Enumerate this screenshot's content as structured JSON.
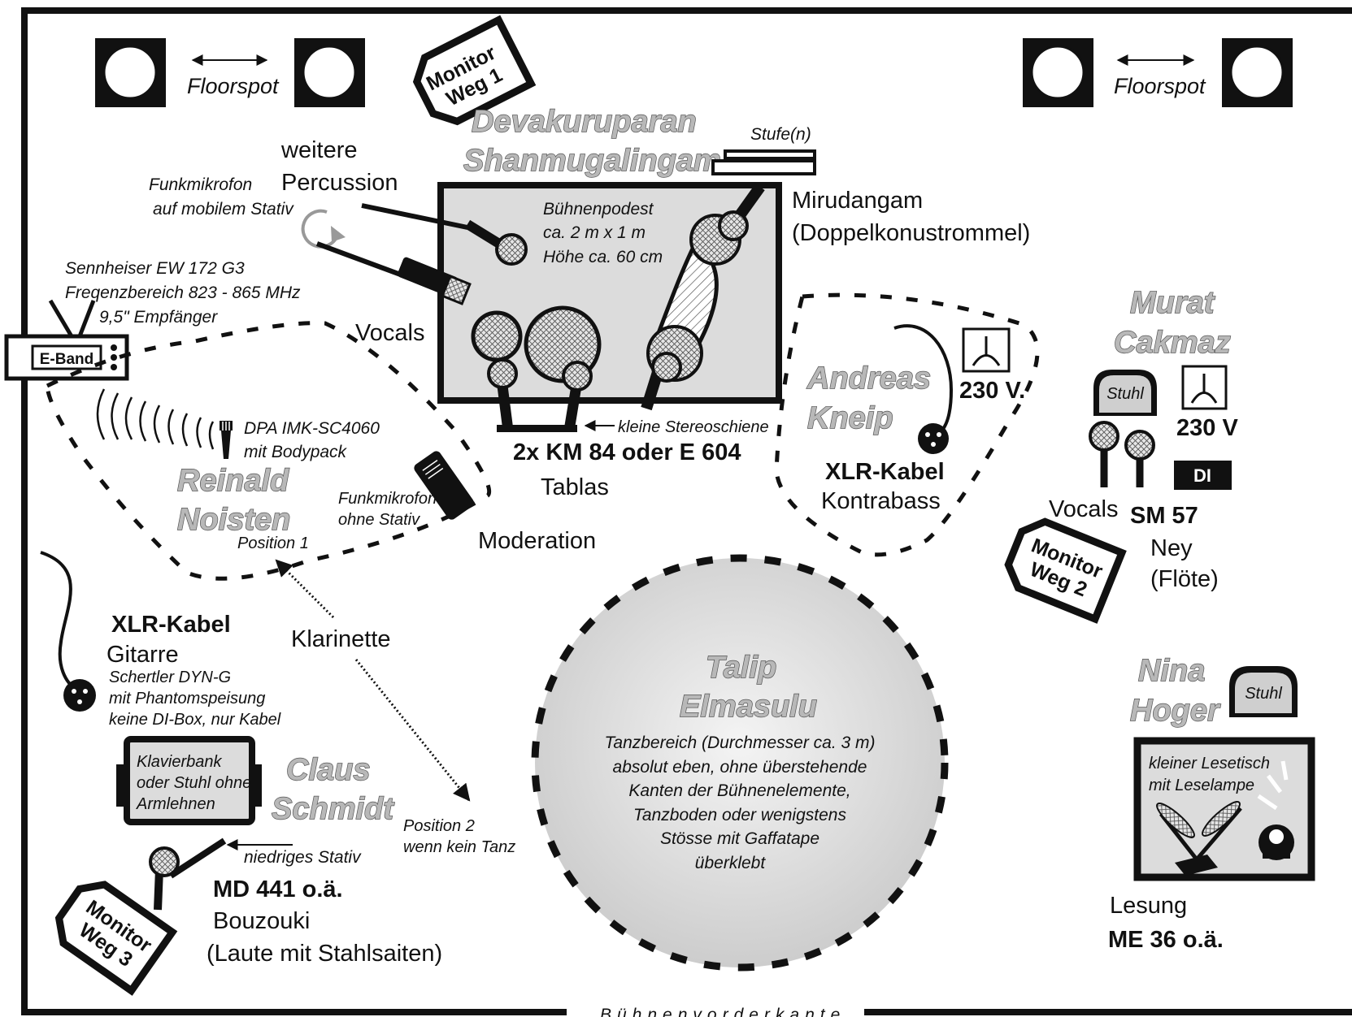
{
  "colors": {
    "ink": "#1a1a1a",
    "fill_light": "#dcdcdc",
    "fill_mid": "#c8c8c8",
    "name_fill": "#b8b8b8"
  },
  "floorspots": {
    "left_label": "Floorspot",
    "right_label": "Floorspot"
  },
  "monitors": {
    "weg1": {
      "line1": "Monitor",
      "line2": "Weg 1"
    },
    "weg2": {
      "line1": "Monitor",
      "line2": "Weg 2"
    },
    "weg3": {
      "line1": "Monitor",
      "line2": "Weg 3"
    }
  },
  "performers": {
    "devakuruparan": {
      "line1": "Devakuruparan",
      "line2": "Shanmugalingam"
    },
    "reinald": {
      "line1": "Reinald",
      "line2": "Noisten"
    },
    "andreas": {
      "line1": "Andreas",
      "line2": "Kneip"
    },
    "murat": {
      "line1": "Murat",
      "line2": "Cakmaz"
    },
    "talip": {
      "line1": "Talip",
      "line2": "Elmasulu"
    },
    "claus": {
      "line1": "Claus",
      "line2": "Schmidt"
    },
    "nina": {
      "line1": "Nina",
      "line2": "Hoger"
    }
  },
  "labels": {
    "stufe": "Stufe(n)",
    "weitere": "weitere",
    "percussion": "Percussion",
    "funk_mobil_1": "Funkmikrofon",
    "funk_mobil_2": "auf mobilem Stativ",
    "podest_1": "Bühnenpodest",
    "podest_2": "ca. 2 m x 1 m",
    "podest_3": "Höhe ca. 60 cm",
    "mirudangam_1": "Mirudangam",
    "mirudangam_2": "(Doppelkonustrommel)",
    "sennheiser_1": "Sennheiser EW 172 G3",
    "sennheiser_2": "Freqenzbereich 823 - 865 MHz",
    "sennheiser_3": "9,5\" Empfänger",
    "eband": "E-Band",
    "vocals_top": "Vocals",
    "dpa_1": "DPA IMK-SC4060",
    "dpa_2": "mit Bodypack",
    "position1": "Position 1",
    "funk_ohne_1": "Funkmikrofon",
    "funk_ohne_2": "ohne Stativ",
    "moderation": "Moderation",
    "stereoschiene": "kleine Stereoschiene",
    "km84": "2x KM 84 oder E 604",
    "tablas": "Tablas",
    "power_andreas": "230 V.",
    "xlr_kontrabass_1": "XLR-Kabel",
    "xlr_kontrabass_2": "Kontrabass",
    "stuhl_murat": "Stuhl",
    "power_murat": "230 V",
    "di": "DI",
    "vocals_murat": "Vocals",
    "sm57": "SM 57",
    "ney_1": "Ney",
    "ney_2": "(Flöte)",
    "xlr_gitarre_1": "XLR-Kabel",
    "xlr_gitarre_2": "Gitarre",
    "schertler_1": "Schertler DYN-G",
    "schertler_2": "mit Phantomspeisung",
    "schertler_3": "keine DI-Box, nur Kabel",
    "klarinette": "Klarinette",
    "position2_1": "Position 2",
    "position2_2": "wenn kein Tanz",
    "klavier_1": "Klavierbank",
    "klavier_2": "oder Stuhl ohne",
    "klavier_3": "Armlehnen",
    "niedriges": "niedriges Stativ",
    "md441": "MD 441 o.ä.",
    "bouzouki_1": "Bouzouki",
    "bouzouki_2": "(Laute mit Stahlsaiten)",
    "tanz_1": "Tanzbereich (Durchmesser ca. 3 m)",
    "tanz_2": "absolut eben, ohne überstehende",
    "tanz_3": "Kanten der Bühnenelemente,",
    "tanz_4": "Tanzboden oder wenigstens",
    "tanz_5": "Stösse mit Gaffatape",
    "tanz_6": "überklebt",
    "stuhl_nina": "Stuhl",
    "lesetisch_1": "kleiner Lesetisch",
    "lesetisch_2": "mit Leselampe",
    "lesung": "Lesung",
    "me36": "ME 36 o.ä.",
    "buehnenvorderkante": "Bühnenvorderkante"
  }
}
